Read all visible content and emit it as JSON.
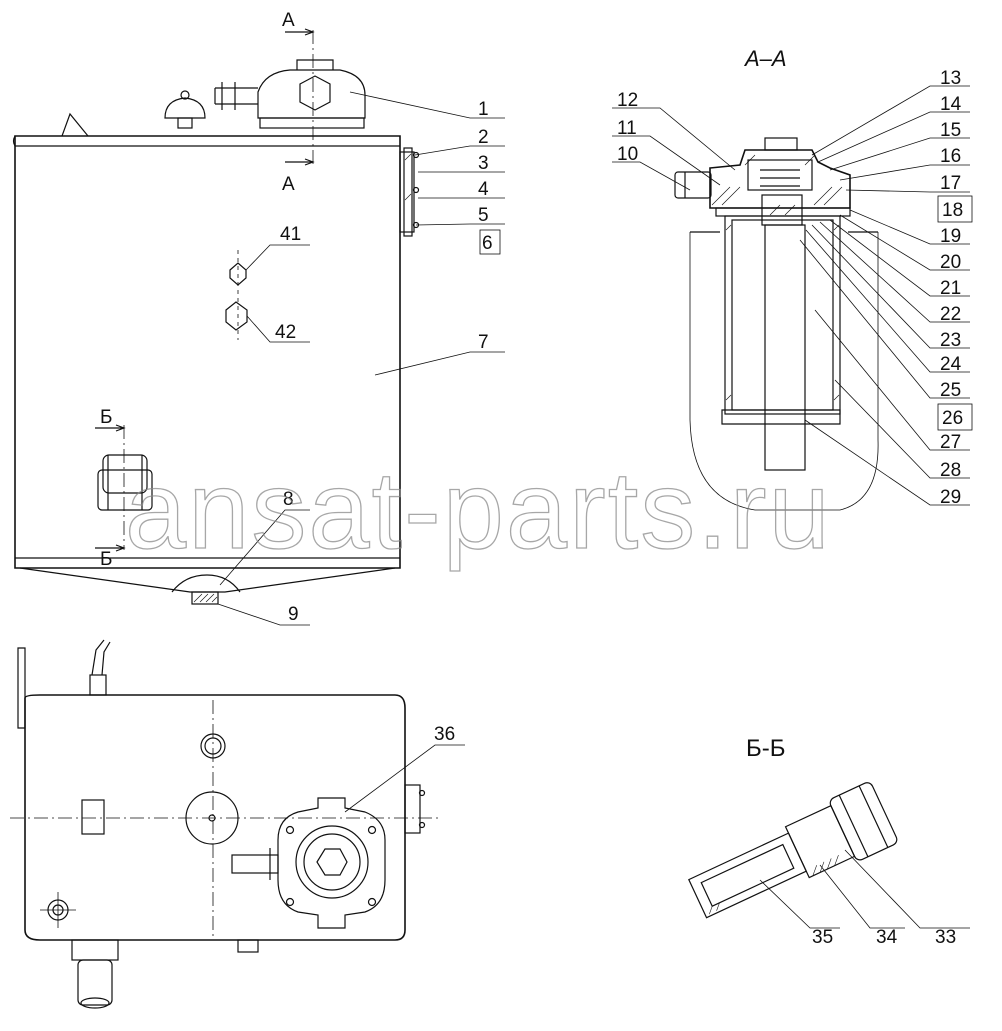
{
  "views": {
    "section_aa_title": "A–A",
    "section_bb_title": "Б-Б",
    "cut_a_top": "A",
    "cut_a_bottom": "A",
    "cut_b_top": "Б",
    "cut_b_bottom": "Б"
  },
  "callouts": {
    "c1": "1",
    "c2": "2",
    "c3": "3",
    "c4": "4",
    "c5": "5",
    "c6": "6",
    "c7": "7",
    "c8": "8",
    "c9": "9",
    "c10": "10",
    "c11": "11",
    "c12": "12",
    "c13": "13",
    "c14": "14",
    "c15": "15",
    "c16": "16",
    "c17": "17",
    "c18": "18",
    "c19": "19",
    "c20": "20",
    "c21": "21",
    "c22": "22",
    "c23": "23",
    "c24": "24",
    "c25": "25",
    "c26": "26",
    "c27": "27",
    "c28": "28",
    "c29": "29",
    "c33": "33",
    "c34": "34",
    "c35": "35",
    "c36": "36",
    "c41": "41",
    "c42": "42"
  },
  "watermark": "ansat-parts.ru"
}
